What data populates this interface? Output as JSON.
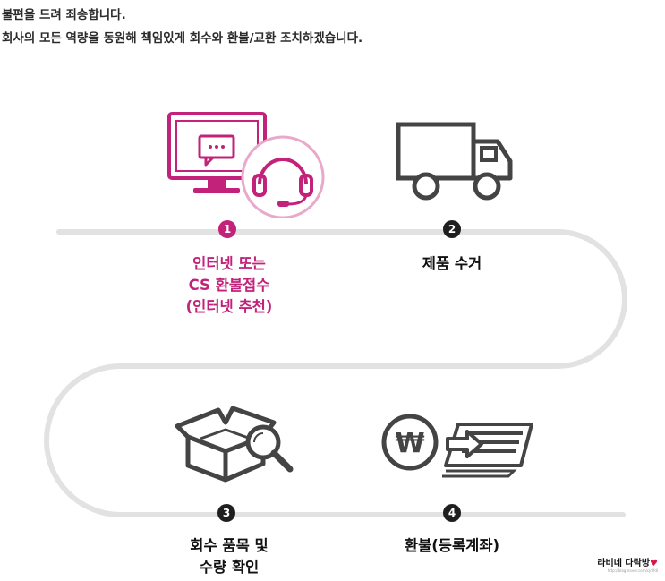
{
  "intro": {
    "line1": "불편을 드려 죄송합니다.",
    "line2": "회사의 모든 역량을 동원해 책임있게 회수와 환불/교환 조치하겠습니다."
  },
  "steps": [
    {
      "number": "1",
      "lines": [
        "인터넷 또는",
        "CS 환불접수",
        "(인터넷 추천)"
      ],
      "icon": "monitor-headset-icon",
      "color": "#c2227a"
    },
    {
      "number": "2",
      "lines": [
        "제품 수거"
      ],
      "icon": "truck-icon",
      "color": "#1f1f1f"
    },
    {
      "number": "3",
      "lines": [
        "회수 품목 및",
        "수량 확인"
      ],
      "icon": "box-magnifier-icon",
      "color": "#1f1f1f"
    },
    {
      "number": "4",
      "lines": [
        "환불(등록계좌)"
      ],
      "icon": "won-transfer-icon",
      "color": "#1f1f1f"
    }
  ],
  "watermark": {
    "text": "라비네 다락방",
    "heart": "♥",
    "url": "http://blog.naver.com/cjdlfdl"
  },
  "colors": {
    "accent": "#c2227a",
    "track": "#e2e2e2",
    "icon": "#444444"
  }
}
